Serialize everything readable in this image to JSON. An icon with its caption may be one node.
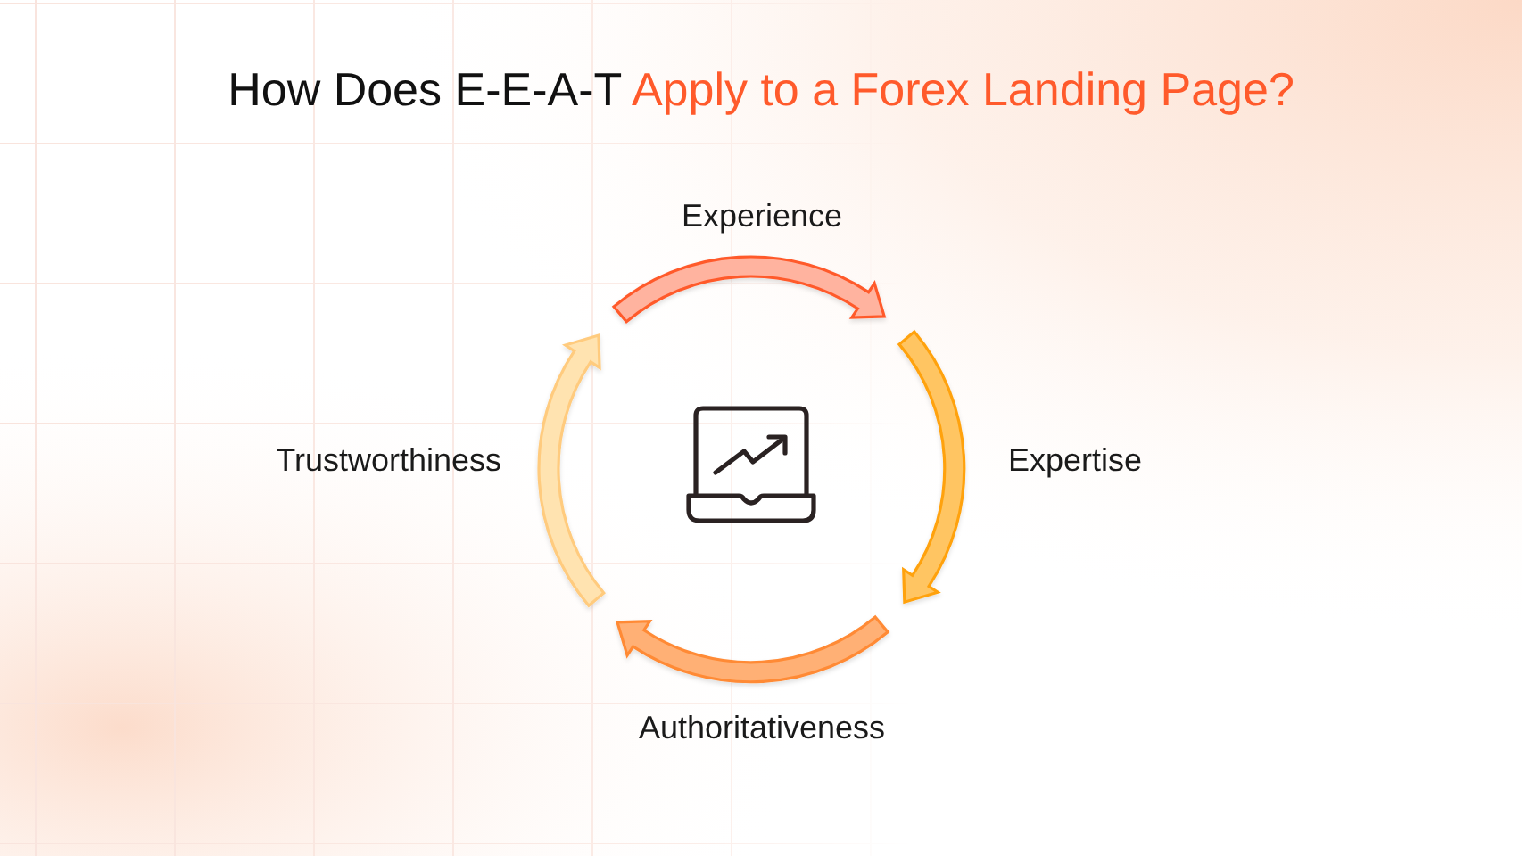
{
  "diagram": {
    "title": "How Does E-E-A-T *Apply to a Forex Landing Page?*",
    "nodes": [
      {
        "text": [],
        "shape": "arrow",
        "beside": [
          "Experience"
        ]
      },
      {
        "text": [],
        "shape": "arrow",
        "beside": [
          "Expertise"
        ]
      },
      {
        "text": [],
        "shape": "arrow",
        "beside": [
          "Authoritativeness"
        ]
      },
      {
        "text": [],
        "shape": "arrow",
        "beside": [
          "Trustworthiness"
        ]
      }
    ]
  }
}
